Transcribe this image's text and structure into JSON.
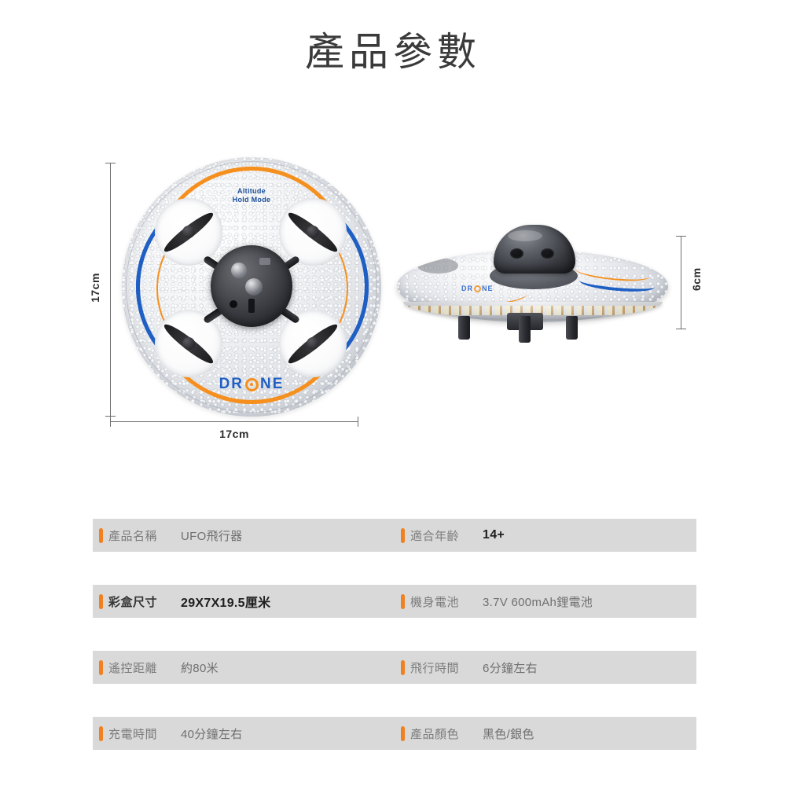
{
  "header": {
    "title": "產品參數"
  },
  "product_images": {
    "top_view": {
      "decal_altitude_line1": "Altitude",
      "decal_altitude_line2": "Hold Mode",
      "brand_prefix": "DR",
      "brand_suffix": "NE",
      "width_label": "17cm",
      "height_label": "17cm"
    },
    "side_view": {
      "brand_prefix": "DR",
      "brand_suffix": "NE",
      "height_label": "6cm"
    }
  },
  "spec_rows": [
    {
      "left": {
        "label": "產品名稱",
        "value": "UFO飛行器",
        "label_bold": false,
        "value_bold": false
      },
      "right": {
        "label": "適合年齡",
        "value": "14+",
        "label_bold": false,
        "value_bold": true
      }
    },
    {
      "left": {
        "label": "彩盒尺寸",
        "value": "29X7X19.5厘米",
        "label_bold": true,
        "value_bold": true
      },
      "right": {
        "label": "機身電池",
        "value": "3.7V 600mAh鋰電池",
        "label_bold": false,
        "value_bold": false
      }
    },
    {
      "left": {
        "label": "遙控距離",
        "value": "約80米",
        "label_bold": false,
        "value_bold": false
      },
      "right": {
        "label": "飛行時間",
        "value": "6分鐘左右",
        "label_bold": false,
        "value_bold": false
      }
    },
    {
      "left": {
        "label": "充電時間",
        "value": "40分鐘左右",
        "label_bold": false,
        "value_bold": false
      },
      "right": {
        "label": "產品顏色",
        "value": "黑色/銀色",
        "label_bold": false,
        "value_bold": false
      }
    }
  ],
  "colors": {
    "accent_orange": "#F08020",
    "decal_orange": "#F5901E",
    "decal_blue": "#1F5FC4",
    "row_background": "#D9D9D9",
    "label_gray": "#7C7C7C",
    "page_background": "#FFFFFF"
  }
}
